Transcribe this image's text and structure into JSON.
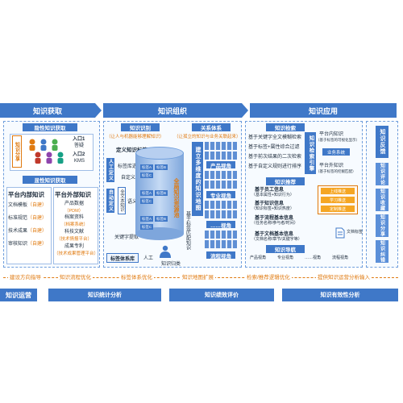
{
  "stages": {
    "acquire": "知识获取",
    "organize": "知识组织",
    "apply": "知识应用"
  },
  "acquire": {
    "implicit_title": "隐性知识获取",
    "implicit_box": "知识分享",
    "entry_qa": "入口1",
    "entry_qa_sub": "答疑",
    "entry_kms": "入口2",
    "entry_kms_sub": "KMS",
    "explicit_title": "显性知识获取",
    "internal_title": "平台内部知识",
    "external_title": "平台外部知识",
    "internal_items": [
      {
        "label": "文档模板",
        "tag": "（自建）"
      },
      {
        "label": "标准规范",
        "tag": "（自建）"
      },
      {
        "label": "技术成果",
        "tag": "（自建）"
      },
      {
        "label": "审核知识",
        "tag": "（自建）"
      }
    ],
    "external_items": [
      {
        "label": "产品数据",
        "tag": "（PDM）"
      },
      {
        "label": "档案资料",
        "tag": "（档案系统）"
      },
      {
        "label": "科技文献",
        "tag": "（技术情报平台）"
      },
      {
        "label": "成果专利",
        "tag": "（技术成果管理平台）"
      }
    ]
  },
  "organize": {
    "identify_title": "知识识别",
    "relation_title": "关系体系",
    "identify_note": "（让人与机器能够理解知识）",
    "relation_note": "（让孤立的知识与业务关联起来）",
    "define_tag": "定义知识标签",
    "manual_define": "人工定义",
    "tag_select": "标签库选取",
    "self_define": "自定义",
    "auto_define": "自动定义",
    "full_text": "全文本知识",
    "semantic": "语义",
    "keyword_extract": "关键字提取",
    "tag_library": "标签体系库",
    "manual": "人工",
    "knowledge_classify": "知识归类",
    "resource_pool": "全局知识资源池",
    "tag_items": [
      "标签A",
      "标签B",
      "标签C",
      "标签A",
      "标签B",
      "标签C",
      "标签A",
      "标签B",
      "标签C"
    ],
    "tag_match": "基于标签匹配知识",
    "build_map": "建立多维度的知识地图",
    "map_groups": [
      "产品视角",
      "专业视角",
      "……视角",
      "流程视角"
    ]
  },
  "apply": {
    "retrieve_title": "知识检索",
    "retrieve_items": [
      "基于关键字全文模糊检索",
      "基于标签+属性综合过滤",
      "基于前次结果的二次检索",
      "基于自定义规则进行排序"
    ],
    "search_engine": "知识检索引擎",
    "platform_knowledge": "平台内知识",
    "platform_knowledge_sub": "（基于标签的可视化显示）",
    "business_system": "业务系统",
    "external_knowledge": "平台外知识",
    "external_knowledge_sub": "（基于标签的挖掘匹配）",
    "recommend_title": "知识推荐",
    "recommend_items": [
      {
        "label": "基于员工信息",
        "sub": "（基本属性+知识行为）"
      },
      {
        "label": "基于知识信息",
        "sub": "（知识标签+知识热度）"
      },
      {
        "label": "基于流程基本信息",
        "sub": "（任务名称/参与者/时间）"
      },
      {
        "label": "基于文档基本信息",
        "sub": "（文档名称/章节/关键字等）"
      }
    ],
    "push_targets": [
      "上线推送",
      "学习推送",
      "定制推送"
    ],
    "doc_tag": "文档标签",
    "navigate_title": "知识导航",
    "navigate_items": [
      "产品视角",
      "专业视角",
      "……视角",
      "流程视角"
    ],
    "feedback_title": "知识反馈",
    "feedback_items": [
      "知识评论",
      "知识收藏",
      "知识分享",
      "知识纠错"
    ]
  },
  "links": {
    "direction_guide": "建设方向指导",
    "flow_optimize": "知识流程优化",
    "tag_optimize": "标签体系优化",
    "map_expand": "知识地图扩展",
    "search_optimize": "检索/推荐逻辑优化",
    "data_input": "提供知识运营分析输入"
  },
  "ops": {
    "title": "知识运营",
    "stats": "知识统计分析",
    "performance": "知识绩效评价",
    "effectiveness": "知识有效性分析"
  }
}
